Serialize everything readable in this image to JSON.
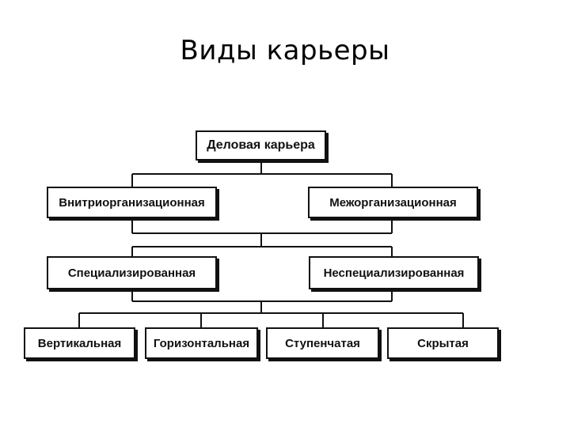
{
  "title": "Виды карьеры",
  "diagram": {
    "root": "Деловая карьера",
    "level1": [
      "Внитриорганизационная",
      "Межорганизационная"
    ],
    "level2": [
      "Специализированная",
      "Неспециализированная"
    ],
    "level3": [
      "Вертикальная",
      "Горизонтальная",
      "Ступенчатая",
      "Скрытая"
    ]
  }
}
